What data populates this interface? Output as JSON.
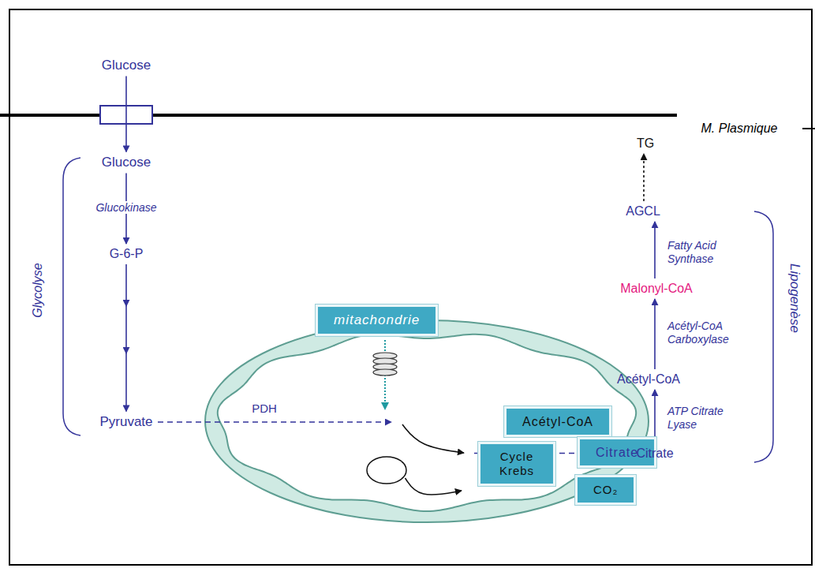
{
  "diagram": {
    "nodes": [
      {
        "text": [
          "Glucose"
        ]
      },
      {
        "text": [
          "Glucose"
        ]
      },
      {
        "text": [
          "G-6-P"
        ]
      },
      {
        "text": [
          "Pyruvate"
        ]
      },
      {
        "text": [
          "mitachondrie"
        ]
      },
      {
        "text": [
          "Acétyl-CoA"
        ],
        "in": 4
      },
      {
        "text": [
          "Cycle Krebs"
        ],
        "in": 4
      },
      {
        "text": [
          "Citrate"
        ],
        "in": 4
      },
      {
        "text": [
          "CO₂"
        ],
        "in": 4
      },
      {
        "text": [
          "Citrate"
        ]
      },
      {
        "text": [
          "Acétyl-CoA"
        ]
      },
      {
        "text": [
          "Malonyl-CoA"
        ]
      },
      {
        "text": [
          "AGCL"
        ]
      },
      {
        "text": [
          "TG"
        ]
      }
    ],
    "edges": [
      {
        "from": 0,
        "to": 1,
        "arrow": "to"
      },
      {
        "from": 1,
        "to": 2,
        "label": "Glucokinase",
        "arrow": "to"
      },
      {
        "from": 2,
        "to": 3,
        "arrow": "to"
      },
      {
        "from": 3,
        "to": 5,
        "label": "PDH",
        "arrow": "to"
      },
      {
        "from": 5,
        "to": 7,
        "arrow": "to"
      },
      {
        "from": 6,
        "to": 8,
        "arrow": "to"
      },
      {
        "from": 7,
        "to": 9,
        "arrow": "to"
      },
      {
        "from": 9,
        "to": 10,
        "label": "ATP Citrate Lyase",
        "arrow": "to"
      },
      {
        "from": 10,
        "to": 11,
        "label": "Acétyl-CoA Carboxylase",
        "arrow": "to"
      },
      {
        "from": 11,
        "to": 12,
        "label": "Fatty Acid Synthase",
        "arrow": "to"
      },
      {
        "from": 12,
        "to": 13,
        "arrow": "to"
      }
    ],
    "labels": [
      "M. Plasmique",
      "Glycolyse",
      "Lipogenèse"
    ]
  }
}
